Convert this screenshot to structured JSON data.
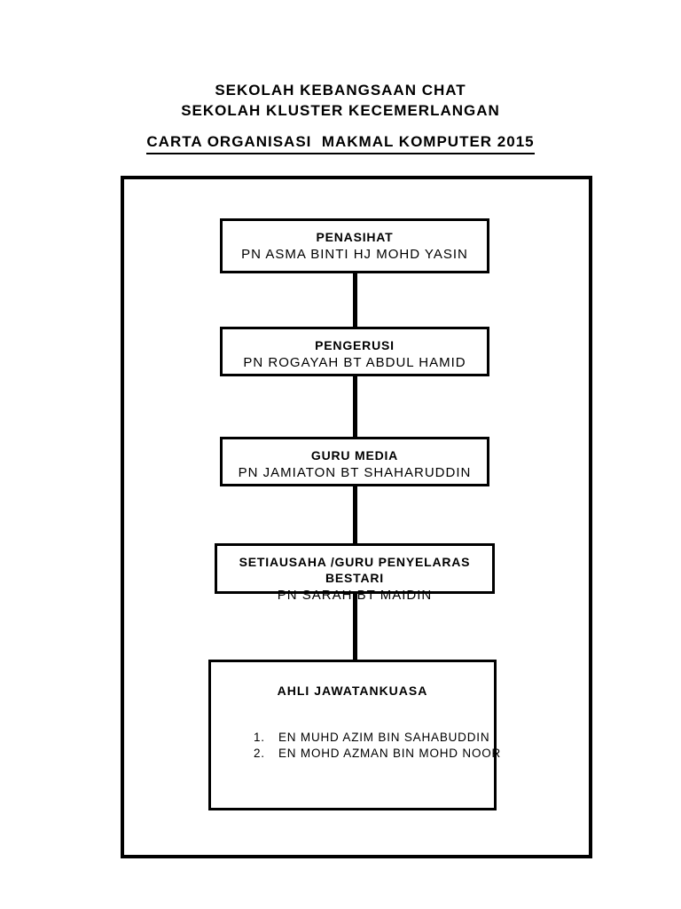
{
  "header": {
    "line1": "SEKOLAH KEBANGSAAN CHAT",
    "line2": "SEKOLAH KLUSTER KECEMERLANGAN",
    "chart_title": "CARTA ORGANISASI  MAKMAL KOMPUTER 2015"
  },
  "org": {
    "nodes": [
      {
        "role": "PENASIHAT",
        "name": "PN ASMA BINTI HJ MOHD YASIN"
      },
      {
        "role": "PENGERUSI",
        "name": "PN ROGAYAH BT ABDUL HAMID"
      },
      {
        "role": "GURU MEDIA",
        "name": "PN JAMIATON BT SHAHARUDDIN"
      },
      {
        "role": "SETIAUSAHA /GURU PENYELARAS BESTARI",
        "name": "PN SARAH BT MAIDIN"
      }
    ],
    "committee": {
      "title": "AHLI JAWATANKUASA",
      "members": [
        {
          "number": "1.",
          "name": "EN MUHD AZIM BIN SAHABUDDIN"
        },
        {
          "number": "2.",
          "name": "EN MOHD AZMAN BIN MOHD NOOR"
        }
      ]
    }
  },
  "colors": {
    "ink": "#000000",
    "background": "#ffffff"
  }
}
